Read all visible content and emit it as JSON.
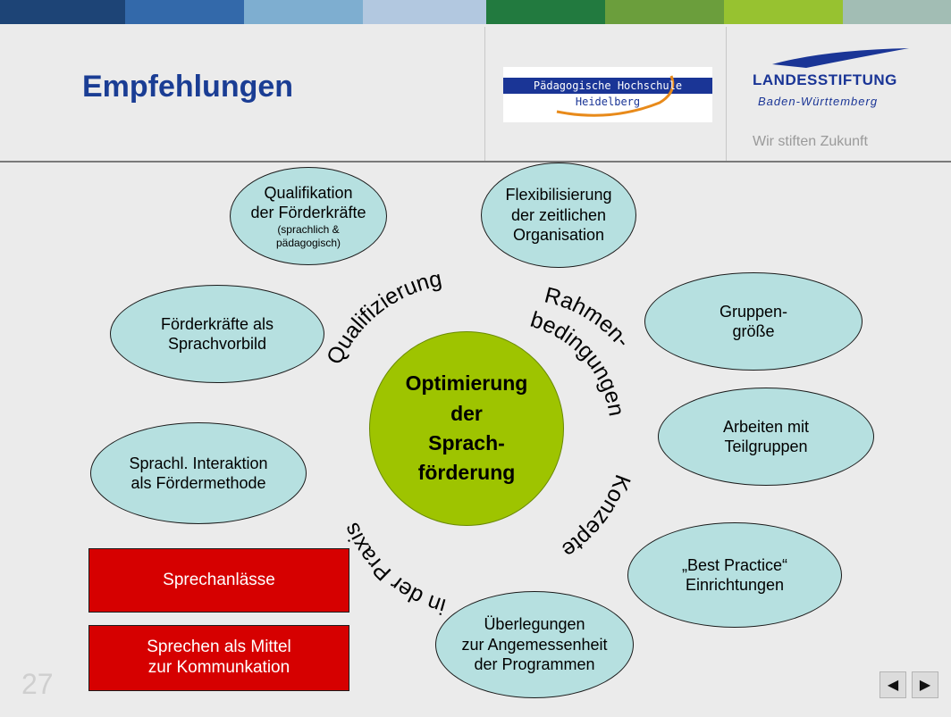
{
  "colors": {
    "stripes": [
      "#1d4476",
      "#3369aa",
      "#7eaed0",
      "#b2c8e0",
      "#227a3f",
      "#6b9e3c",
      "#97c230",
      "#a2bdb4"
    ],
    "title": "#1a3d94",
    "center": "#9ec400",
    "ellipse": "#b6e0e0",
    "red_box": "#d60000"
  },
  "header": {
    "title": "Empfehlungen",
    "logo_ph": {
      "line1": "Pädagogische Hochschule",
      "line2": "Heidelberg"
    },
    "logo_ls": {
      "name": "LANDESSTIFTUNG",
      "sub": "Baden-Württemberg",
      "slogan": "Wir stiften Zukunft"
    }
  },
  "center": {
    "line1": "Optimierung",
    "line2": "der",
    "line3": "Sprach-",
    "line4": "förderung"
  },
  "ring": {
    "qualifizierung": "Qualifizierung",
    "rahmen1": "Rahmen-",
    "rahmen2": "bedingungen",
    "konzepte": "Konzepte",
    "praxis": "in der Praxis"
  },
  "ellipses": {
    "qualifikation": {
      "line1": "Qualifikation",
      "line2": "der Förderkräfte",
      "note1": "(sprachlich &",
      "note2": "pädagogisch)"
    },
    "flexibilisierung": {
      "line1": "Flexibilisierung",
      "line2": "der zeitlichen",
      "line3": "Organisation"
    },
    "gruppen": {
      "line1": "Gruppen-",
      "line2": "größe"
    },
    "vorbild": {
      "line1": "Förderkräfte als",
      "line2": "Sprachvorbild"
    },
    "teilgruppen": {
      "line1": "Arbeiten mit",
      "line2": "Teilgruppen"
    },
    "interaktion": {
      "line1": "Sprachl. Interaktion",
      "line2": "als Fördermethode"
    },
    "best_practice": {
      "line1": "„Best Practice“",
      "line2": "Einrichtungen"
    },
    "ueberlegungen": {
      "line1": "Überlegungen",
      "line2": "zur Angemessenheit",
      "line3": "der Programmen"
    }
  },
  "boxes": {
    "sprechanlaesse": "Sprechanlässe",
    "mittel1": "Sprechen als Mittel",
    "mittel2": "zur Kommunkation"
  },
  "footer": {
    "page_number": "27",
    "prev_icon": "prev-triangle-icon",
    "next_icon": "next-triangle-icon"
  }
}
